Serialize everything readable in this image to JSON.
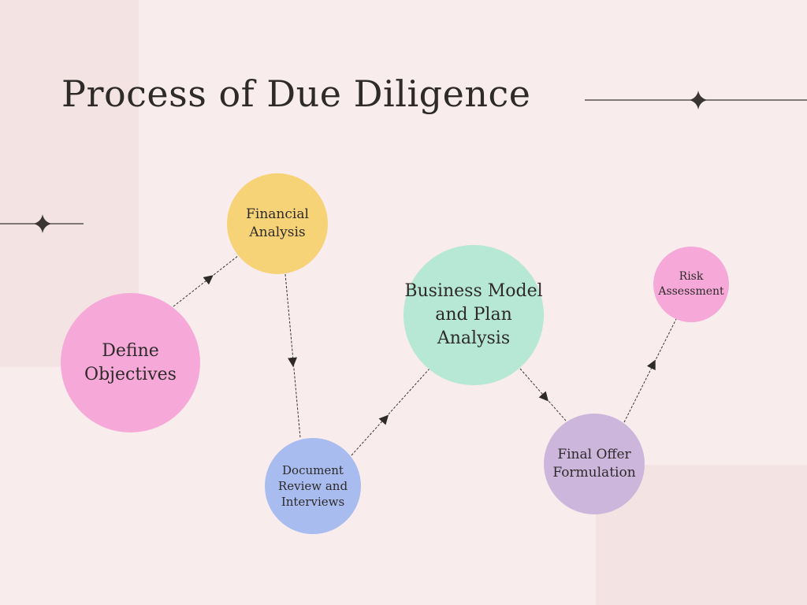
{
  "title": "Process of Due Diligence",
  "colors": {
    "background": "#f8ecec",
    "accent_block": "#f3e3e3",
    "pink": "#f6a9d8",
    "yellow": "#f6d376",
    "blue": "#a8bcef",
    "mint": "#b7e7d5",
    "lavender": "#cdb6dc",
    "ink": "#2e2a2a"
  },
  "nodes": [
    {
      "id": "define",
      "label": "Define Objectives"
    },
    {
      "id": "financial",
      "label": "Financial Analysis"
    },
    {
      "id": "document",
      "label": "Document Review and Interviews"
    },
    {
      "id": "business",
      "label": "Business Model and Plan Analysis"
    },
    {
      "id": "final",
      "label": "Final Offer Formulation"
    },
    {
      "id": "risk",
      "label": "Risk Assessment"
    }
  ],
  "edges": [
    {
      "from": "define",
      "to": "financial"
    },
    {
      "from": "financial",
      "to": "document"
    },
    {
      "from": "document",
      "to": "business"
    },
    {
      "from": "business",
      "to": "final"
    },
    {
      "from": "final",
      "to": "risk"
    }
  ],
  "decorations": {
    "sparkle_icon": "four-point-star-icon"
  }
}
